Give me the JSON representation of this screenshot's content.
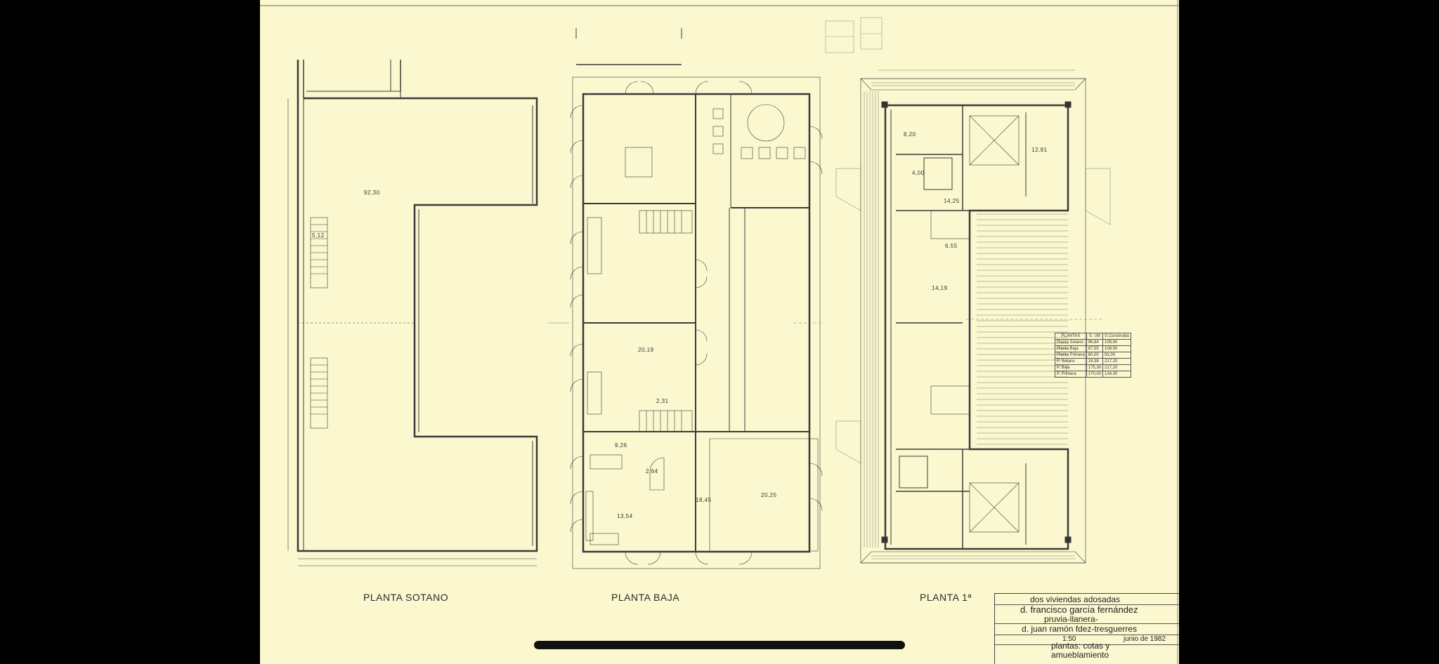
{
  "plans": {
    "sotano": "PLANTA SOTANO",
    "baja": "PLANTA BAJA",
    "primera": "PLANTA 1ª"
  },
  "rooms": {
    "sotano_main": "92,30",
    "sotano_stair": "5,12",
    "baja_a": "20,19",
    "baja_b": "2,31",
    "baja_c": "9,26",
    "baja_d": "2,64",
    "baja_e": "13,54",
    "baja_f": "18,45",
    "baja_g": "20,25",
    "p1_a": "8,20",
    "p1_b": "12,81",
    "p1_c": "4,00",
    "p1_d": "14,25",
    "p1_e": "6,55",
    "p1_f": "14,19"
  },
  "areas_table": {
    "headers": [
      "PLANTAS",
      "S. Util",
      "S.Construida"
    ],
    "rows": [
      [
        "Planta Sotano",
        "96,64",
        "108,60"
      ],
      [
        "Planta Baja",
        "87,55",
        "108,50"
      ],
      [
        "Planta Primera",
        "60,00",
        "93,00"
      ],
      [
        "P. Sotano",
        "19,38",
        "217,20"
      ],
      [
        "P. Baja",
        "175,30",
        "217,20"
      ],
      [
        "P. Primera",
        "170,00",
        "134,00"
      ]
    ]
  },
  "title_block": {
    "project": "dos viviendas adosadas",
    "owner": "d. francisco garcía fernández",
    "location": "pruvia-llanera-",
    "architect": "d. juan ramón fdez-tresguerres",
    "scale": "1:50",
    "date": "junio de 1982",
    "plan_title_1": "plantas: cotas y",
    "plan_title_2": "amueblamiento"
  }
}
